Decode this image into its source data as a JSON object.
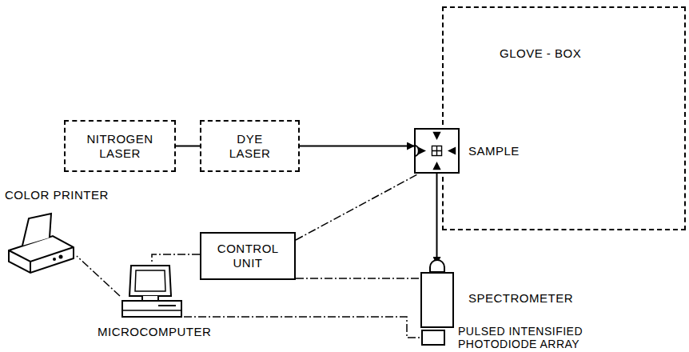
{
  "diagram": {
    "nodes": [
      {
        "text": [
          "GLOVE - BOX"
        ]
      },
      {
        "text": [
          "NITROGEN LASER"
        ]
      },
      {
        "text": [
          "DYE LASER"
        ]
      },
      {
        "text": [
          "SAMPLE"
        ]
      },
      {
        "text": [
          "COLOR PRINTER"
        ]
      },
      {
        "text": [
          "CONTROL UNIT"
        ]
      },
      {
        "text": [
          "SPECTROMETER"
        ]
      },
      {
        "text": [
          "MICROCOMPUTER"
        ]
      },
      {
        "text": [
          "PULSED INTENSIFIED PHOTODIODE ARRAY"
        ]
      }
    ],
    "edges": [
      {
        "from": 1,
        "to": 2,
        "arrow": "none"
      },
      {
        "from": 2,
        "to": 3,
        "arrow": "to"
      },
      {
        "from": 3,
        "to": 6,
        "arrow": "to"
      },
      {
        "from": 5,
        "to": 3,
        "arrow": "none"
      },
      {
        "from": 5,
        "to": 6,
        "arrow": "none"
      },
      {
        "from": 5,
        "to": 7,
        "arrow": "none"
      },
      {
        "from": 7,
        "to": 4,
        "arrow": "none"
      },
      {
        "from": 7,
        "to": 8,
        "arrow": "none"
      }
    ]
  }
}
